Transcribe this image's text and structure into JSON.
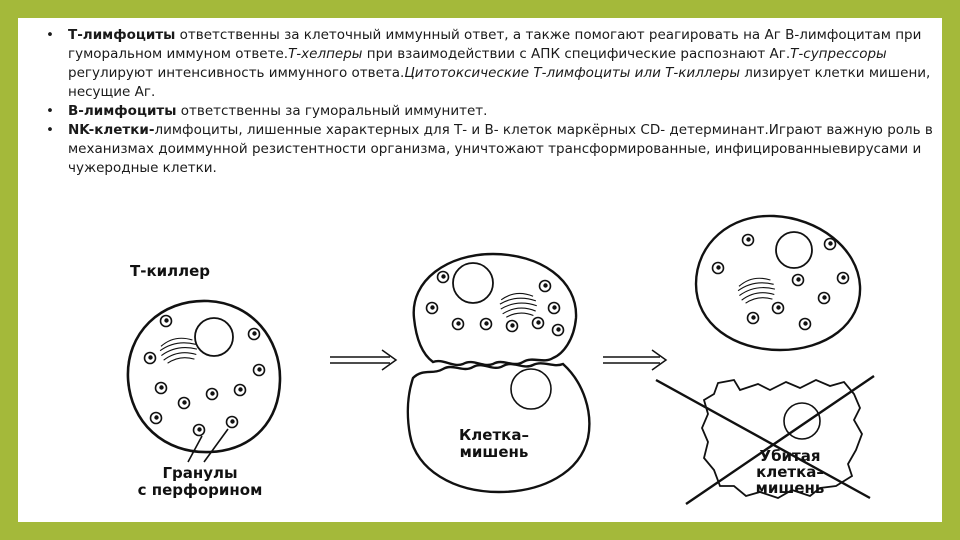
{
  "bullets": [
    {
      "b1_bold": "Т-лимфоциты",
      "b1_t1": " ответственны за клеточный иммунный ответ, а также помогают реагировать на Аг В-лимфоцитам при гуморальном иммуном ответе.",
      "b1_i1": "Т-хелперы",
      "b1_t2": " при взаимодействии с АПК специфические распознают Аг.",
      "b1_i2": "Т-супрессоры",
      "b1_t3": " регулируют интенсивность иммунного ответа.",
      "b1_i3": "Цитотоксические Т-лимфоциты или Т-киллеры",
      "b1_t4": "  лизирует клетки мишени, несущие Аг."
    },
    {
      "b2_bold": "В-лимфоциты",
      "b2_t1": " ответственны за гуморальный иммунитет."
    },
    {
      "b3_bold": "NK-клетки-",
      "b3_t1": "лимфоциты, лишенные характерных для Т- и В- клеток маркёрных CD- детерминант.Играют важную роль в механизмах доиммунной резистентности организма, уничтожают трансформированные, инфицированныевирусами и чужеродные клетки."
    }
  ],
  "diagram": {
    "killer_label": "Т-киллер",
    "granules_line1": "Гранулы",
    "granules_line2": "с перфорином",
    "target_line1": "Клетка–",
    "target_line2": "мишень",
    "dead_line1": "Убитая",
    "dead_line2": "клетка–",
    "dead_line3": "мишень"
  },
  "colors": {
    "frame": "#a4b93a",
    "slide": "#ffffff",
    "ink": "#111111"
  },
  "bullet_glyph": "•"
}
